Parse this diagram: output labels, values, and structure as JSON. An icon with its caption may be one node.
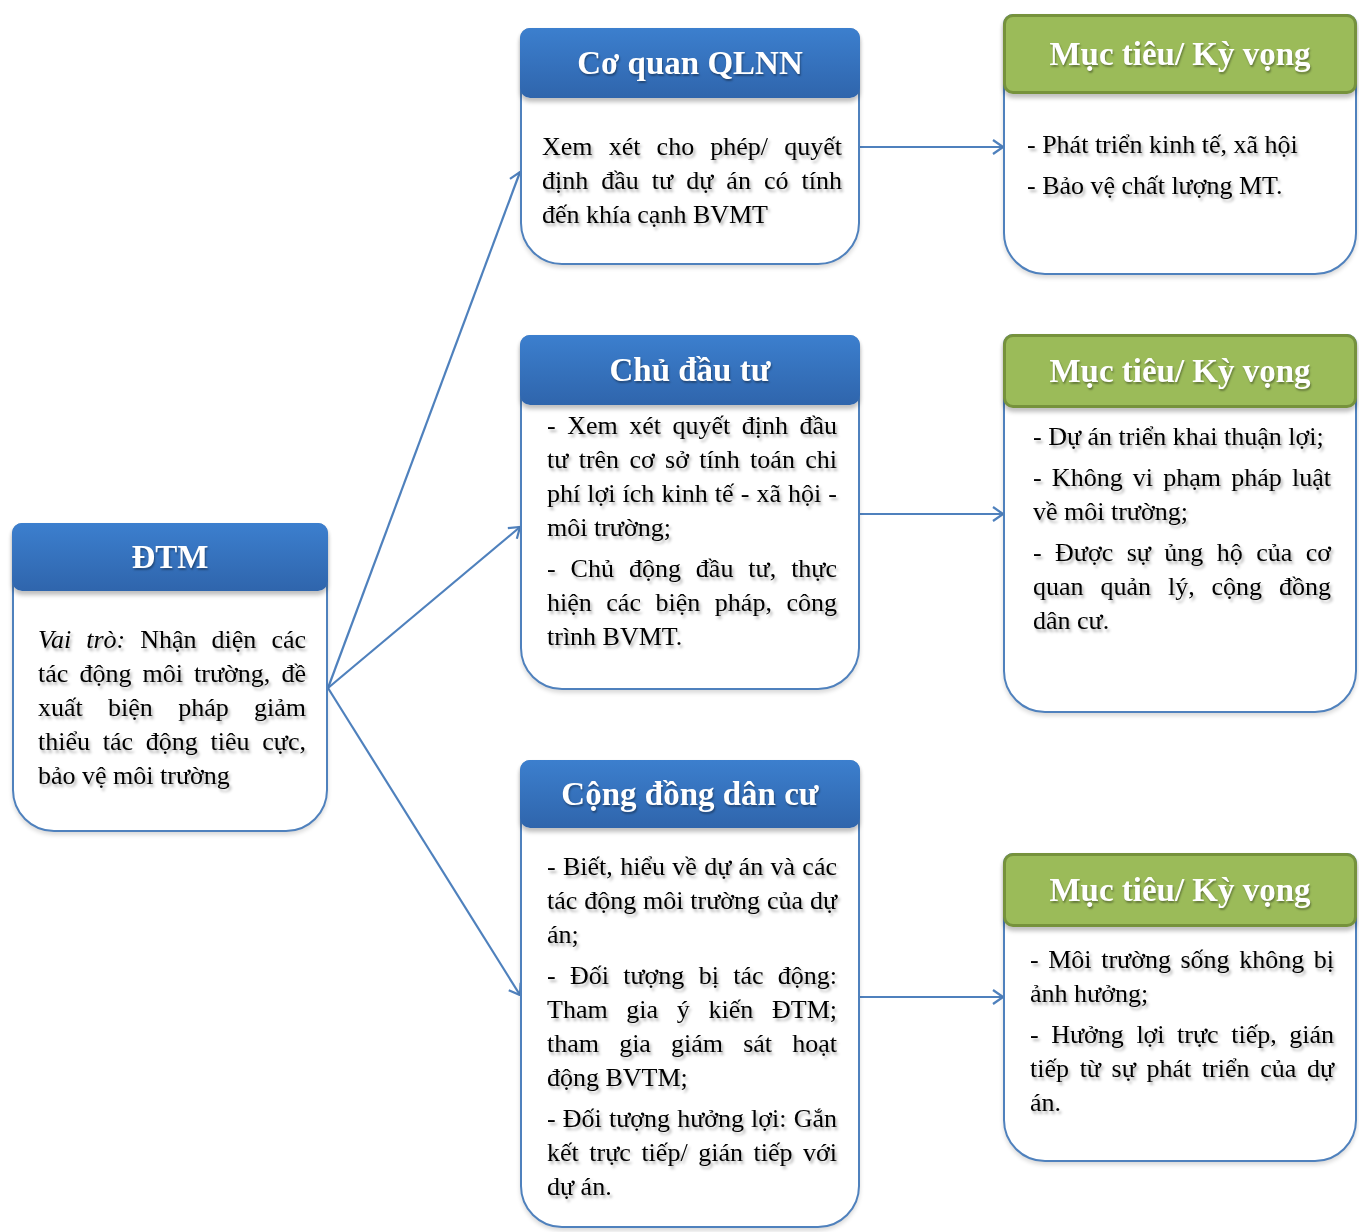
{
  "diagram": {
    "nodes": [
      {
        "text": [
          "ĐTM",
          "*Vai trò:* Nhận diện các tác động môi trường, đề xuất biện pháp giảm thiểu tác động tiêu cực, bảo vệ môi trường"
        ]
      },
      {
        "text": [
          "Cơ quan QLNN",
          "Xem xét cho phép/ quyết định đầu tư dự án có tính đến khía cạnh BVMT"
        ]
      },
      {
        "text": [
          "Mục tiêu/ Kỳ vọng",
          "- Phát triển kinh tế, xã hội",
          "- Bảo vệ chất lượng MT."
        ]
      },
      {
        "text": [
          "Chủ đầu tư",
          "- Xem xét quyết định đầu tư trên cơ sở tính toán chi phí lợi ích kinh tế - xã hội - môi trường;",
          "- Chủ động đầu tư, thực hiện các biện pháp, công trình BVMT."
        ]
      },
      {
        "text": [
          "Mục tiêu/ Kỳ vọng",
          "- Dự án triển khai thuận lợi;",
          "- Không vi phạm pháp luật về môi trường;",
          "- Được sự ủng hộ của cơ quan quản lý, cộng đồng dân cư."
        ]
      },
      {
        "text": [
          "Cộng đồng dân cư",
          "- Biết, hiểu về dự án và các tác động môi trường của dự án;",
          "- Đối tượng bị tác động: Tham gia ý kiến ĐTM; tham gia giám sát hoạt động BVTM;",
          "- Đối tượng hưởng lợi: Gắn kết trực tiếp/ gián tiếp với dự án."
        ]
      },
      {
        "text": [
          "Mục tiêu/ Kỳ vọng",
          "- Môi trường sống không bị ảnh hưởng;",
          "- Hưởng lợi trực tiếp, gián tiếp từ sự phát triển của dự án."
        ]
      }
    ],
    "edges": [
      {
        "from": 0,
        "to": 1,
        "arrow": "to"
      },
      {
        "from": 0,
        "to": 3,
        "arrow": "to"
      },
      {
        "from": 0,
        "to": 5,
        "arrow": "to"
      },
      {
        "from": 1,
        "to": 2,
        "arrow": "to"
      },
      {
        "from": 3,
        "to": 4,
        "arrow": "to"
      },
      {
        "from": 5,
        "to": 6,
        "arrow": "to"
      }
    ]
  }
}
